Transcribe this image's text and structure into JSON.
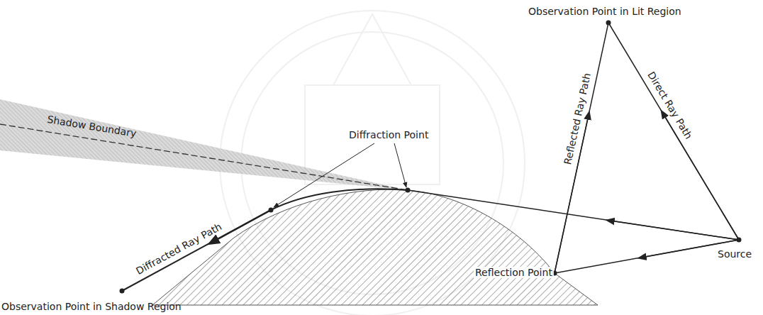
{
  "diagram": {
    "labels": [
      "Observation Point in Lit Region",
      "Direct Ray Path",
      "Reflected Ray Path",
      "Shadow Boundary",
      "Diffraction Point",
      "Diffracted Ray Path",
      "Source",
      "Reflection Point",
      "Observation Point in Shadow Region"
    ]
  }
}
